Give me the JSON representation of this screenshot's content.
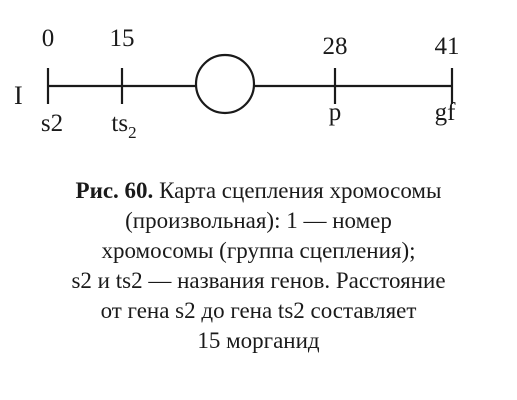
{
  "map": {
    "chromosome_label": "I",
    "positions": [
      "0",
      "15",
      "28",
      "41"
    ],
    "genes": {
      "s2": "s2",
      "ts2_base": "ts",
      "ts2_sub": "2",
      "p": "p",
      "gf": "gf"
    }
  },
  "caption": {
    "lead": "Рис. 60.",
    "line1_rest": " Карта сцепления хромосомы",
    "line2": "(произвольная): 1 — номер",
    "line3": "хромосомы (группа сцепления);",
    "line4": "s2 и ts2 — названия генов. Расстояние",
    "line5": "от гена s2 до гена ts2 составляет",
    "line6": "15 морганид"
  }
}
